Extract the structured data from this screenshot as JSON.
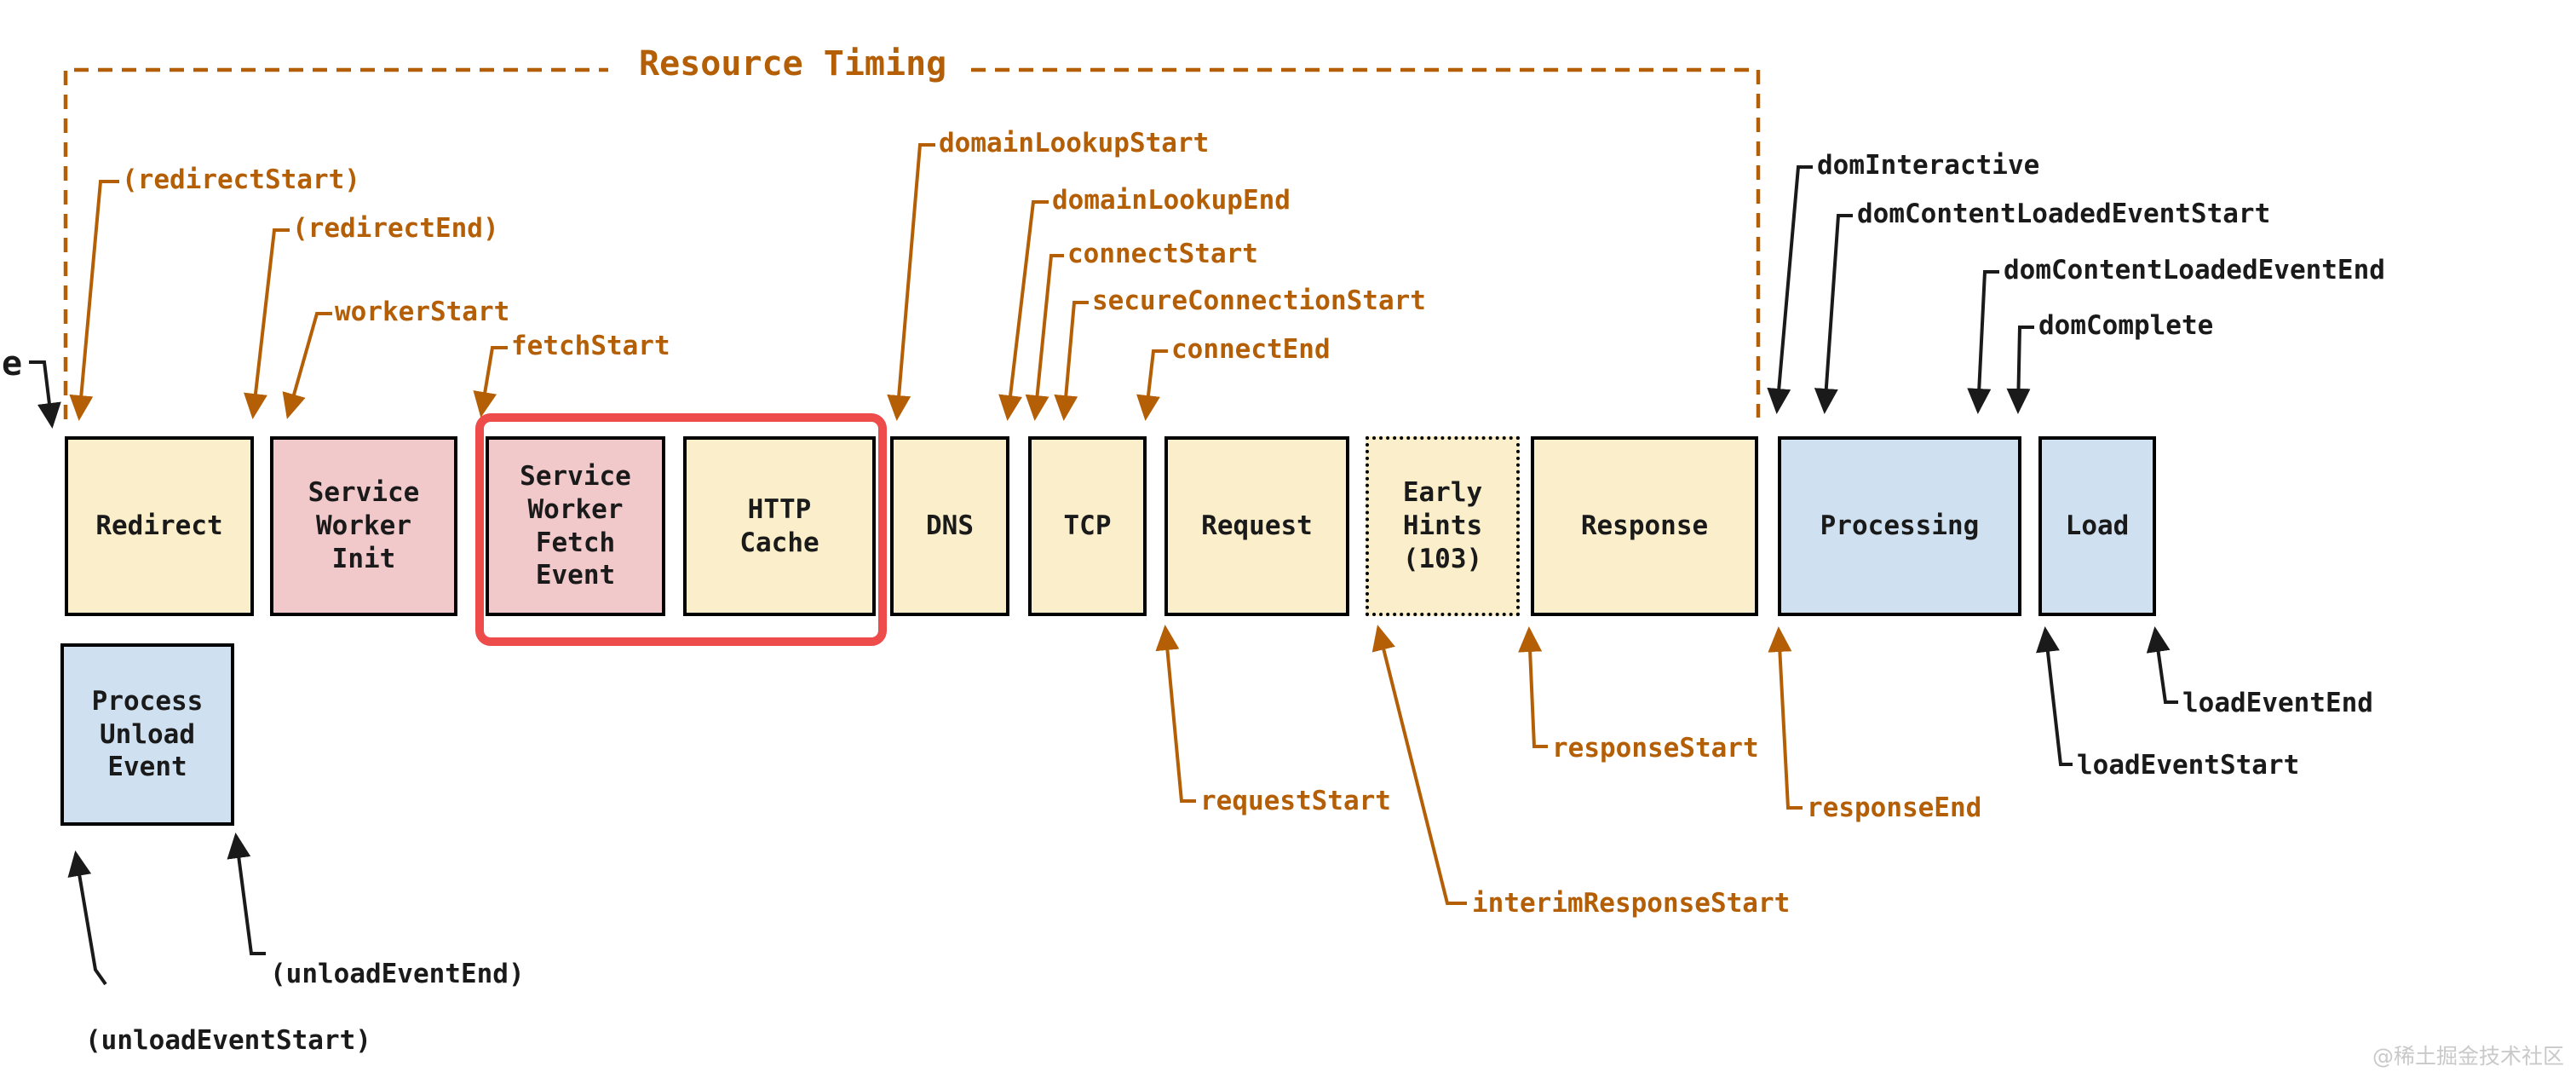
{
  "diagram": {
    "title": "Resource Timing",
    "cut_label": "e",
    "watermark": "@稀土掘金技术社区",
    "colors": {
      "orange": "#b45f06",
      "black": "#1a1a1a",
      "cream": "#faefca",
      "pink": "#f2c9cb",
      "blue": "#cfe1f1",
      "red": "#ee4b4b",
      "watermark_gray": "#c9c9c9",
      "border": "#000000"
    },
    "phases": [
      {
        "id": "redirect",
        "label": "Redirect",
        "variant": "cream"
      },
      {
        "id": "sw-init",
        "label": "Service\nWorker\nInit",
        "variant": "pink"
      },
      {
        "id": "sw-fetch",
        "label": "Service\nWorker\nFetch\nEvent",
        "variant": "pink"
      },
      {
        "id": "http-cache",
        "label": "HTTP\nCache",
        "variant": "cream"
      },
      {
        "id": "dns",
        "label": "DNS",
        "variant": "cream"
      },
      {
        "id": "tcp",
        "label": "TCP",
        "variant": "cream"
      },
      {
        "id": "request",
        "label": "Request",
        "variant": "cream"
      },
      {
        "id": "early-hints",
        "label": "Early\nHints\n(103)",
        "variant": "cream",
        "dotted": true
      },
      {
        "id": "response",
        "label": "Response",
        "variant": "cream"
      },
      {
        "id": "processing",
        "label": "Processing",
        "variant": "blue"
      },
      {
        "id": "load",
        "label": "Load",
        "variant": "blue"
      }
    ],
    "unload_box": {
      "label": "Process\nUnload\nEvent",
      "variant": "blue"
    },
    "labels": {
      "redirectStart": "(redirectStart)",
      "redirectEnd": "(redirectEnd)",
      "workerStart": "workerStart",
      "fetchStart": "fetchStart",
      "domainLookupStart": "domainLookupStart",
      "domainLookupEnd": "domainLookupEnd",
      "connectStart": "connectStart",
      "secureConnectionStart": "secureConnectionStart",
      "connectEnd": "connectEnd",
      "domInteractive": "domInteractive",
      "domContentLoadedEventStart": "domContentLoadedEventStart",
      "domContentLoadedEventEnd": "domContentLoadedEventEnd",
      "domComplete": "domComplete",
      "requestStart": "requestStart",
      "responseStart": "responseStart",
      "responseEnd": "responseEnd",
      "interimResponseStart": "interimResponseStart",
      "loadEventStart": "loadEventStart",
      "loadEventEnd": "loadEventEnd",
      "unloadEventStart": "(unloadEventStart)",
      "unloadEventEnd": "(unloadEventEnd)"
    }
  }
}
